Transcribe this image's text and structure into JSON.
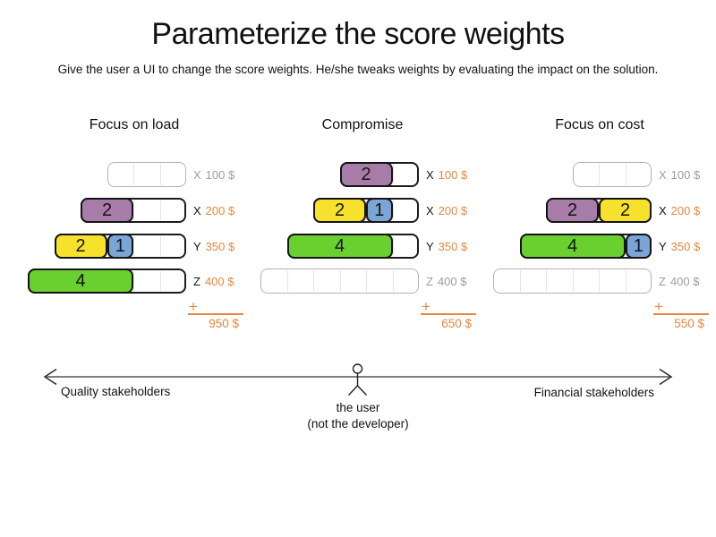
{
  "page": {
    "title": "Parameterize the score weights",
    "subtitle": "Give the user a UI to change the score weights. He/she tweaks weights by evaluating the impact on the solution."
  },
  "colors": {
    "purple": "#a87ca9",
    "yellow": "#f6e12d",
    "blue": "#7aa5d6",
    "green": "#69d02f",
    "orange": "#e8873b",
    "inactive_gray": "#9c9c9c"
  },
  "columns": [
    {
      "title": "Focus on load",
      "rows": [
        {
          "letter": "X",
          "amount": "100 $",
          "capacity": 3,
          "active": false,
          "blocks": []
        },
        {
          "letter": "X",
          "amount": "200 $",
          "capacity": 4,
          "active": true,
          "blocks": [
            {
              "label": "2",
              "size": 2,
              "color": "purple"
            }
          ]
        },
        {
          "letter": "Y",
          "amount": "350 $",
          "capacity": 5,
          "active": true,
          "blocks": [
            {
              "label": "2",
              "size": 2,
              "color": "yellow"
            },
            {
              "label": "1",
              "size": 1,
              "color": "blue"
            }
          ]
        },
        {
          "letter": "Z",
          "amount": "400 $",
          "capacity": 6,
          "active": true,
          "blocks": [
            {
              "label": "4",
              "size": 4,
              "color": "green"
            }
          ]
        }
      ],
      "plus": "+",
      "total": "950 $"
    },
    {
      "title": "Compromise",
      "rows": [
        {
          "letter": "X",
          "amount": "100 $",
          "capacity": 3,
          "active": true,
          "blocks": [
            {
              "label": "2",
              "size": 2,
              "color": "purple"
            }
          ]
        },
        {
          "letter": "X",
          "amount": "200 $",
          "capacity": 4,
          "active": true,
          "blocks": [
            {
              "label": "2",
              "size": 2,
              "color": "yellow"
            },
            {
              "label": "1",
              "size": 1,
              "color": "blue"
            }
          ]
        },
        {
          "letter": "Y",
          "amount": "350 $",
          "capacity": 5,
          "active": true,
          "blocks": [
            {
              "label": "4",
              "size": 4,
              "color": "green"
            }
          ]
        },
        {
          "letter": "Z",
          "amount": "400 $",
          "capacity": 6,
          "active": false,
          "blocks": []
        }
      ],
      "plus": "+",
      "total": "650 $"
    },
    {
      "title": "Focus on cost",
      "rows": [
        {
          "letter": "X",
          "amount": "100 $",
          "capacity": 3,
          "active": false,
          "blocks": []
        },
        {
          "letter": "X",
          "amount": "200 $",
          "capacity": 4,
          "active": true,
          "blocks": [
            {
              "label": "2",
              "size": 2,
              "color": "purple"
            },
            {
              "label": "2",
              "size": 2,
              "color": "yellow"
            }
          ]
        },
        {
          "letter": "Y",
          "amount": "350 $",
          "capacity": 5,
          "active": true,
          "blocks": [
            {
              "label": "4",
              "size": 4,
              "color": "green"
            },
            {
              "label": "1",
              "size": 1,
              "color": "blue"
            }
          ]
        },
        {
          "letter": "Z",
          "amount": "400 $",
          "capacity": 6,
          "active": false,
          "blocks": []
        }
      ],
      "plus": "+",
      "total": "550 $"
    }
  ],
  "axis": {
    "left_label": "Quality stakeholders",
    "right_label": "Financial stakeholders",
    "caption_line1": "the user",
    "caption_line2": "(not the developer)"
  }
}
